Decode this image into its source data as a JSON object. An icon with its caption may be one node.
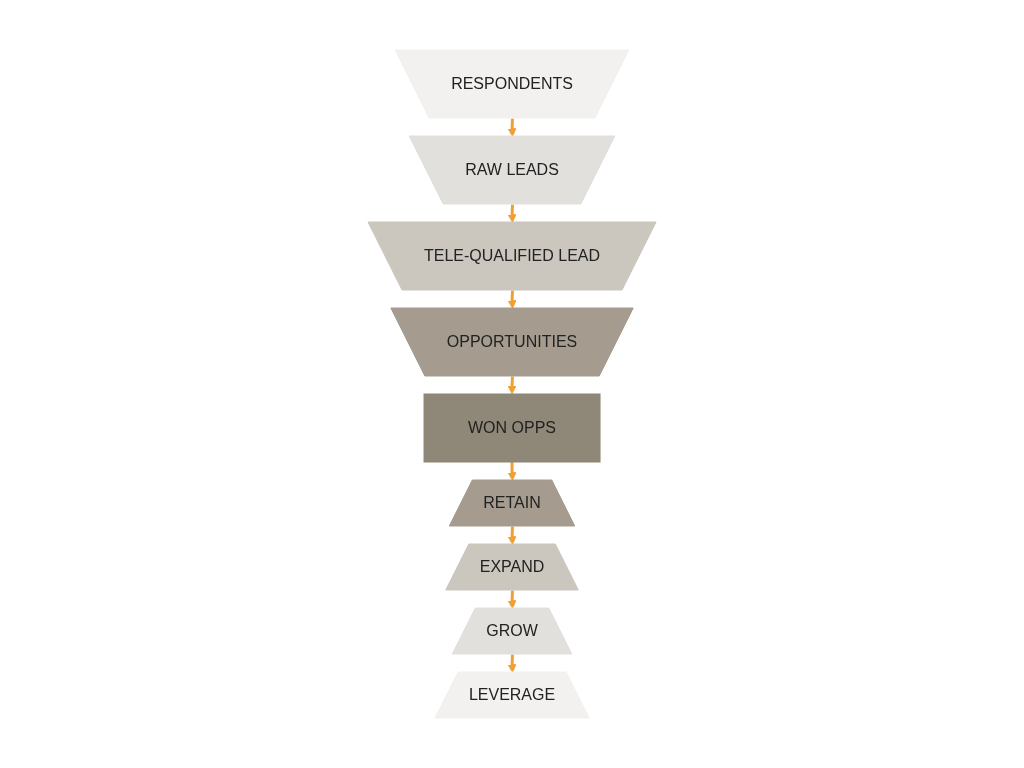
{
  "diagram": {
    "nodes": [
      {
        "text": [
          "RESPONDENTS"
        ]
      },
      {
        "text": [
          "RAW LEADS"
        ]
      },
      {
        "text": [
          "TELE-QUALIFIED LEAD"
        ]
      },
      {
        "text": [
          "OPPORTUNITIES"
        ]
      },
      {
        "text": [
          "WON OPPS"
        ]
      },
      {
        "text": [
          "RETAIN"
        ]
      },
      {
        "text": [
          "EXPAND"
        ]
      },
      {
        "text": [
          "GROW"
        ]
      },
      {
        "text": [
          "LEVERAGE"
        ]
      }
    ],
    "edges": [
      {
        "from": 0,
        "to": 1,
        "arrow": "to"
      },
      {
        "from": 1,
        "to": 2,
        "arrow": "to"
      },
      {
        "from": 2,
        "to": 3,
        "arrow": "to"
      },
      {
        "from": 3,
        "to": 4,
        "arrow": "to"
      },
      {
        "from": 4,
        "to": 5,
        "arrow": "to"
      },
      {
        "from": 5,
        "to": 6,
        "arrow": "to"
      },
      {
        "from": 6,
        "to": 7,
        "arrow": "to"
      },
      {
        "from": 7,
        "to": 8,
        "arrow": "to"
      }
    ]
  }
}
